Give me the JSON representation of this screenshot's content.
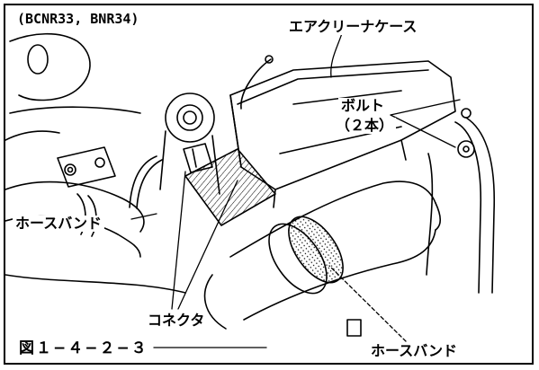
{
  "figure": {
    "model_note": "(BCNR33, BNR34)",
    "figure_number": "図１−４−２−３"
  },
  "labels": {
    "air_cleaner_case": "エアクリーナケース",
    "bolt_line1": "ボルト",
    "bolt_line2": "（２本）",
    "hose_band_left": "ホースバンド",
    "connector": "コネクタ",
    "hose_band_bottom": "ホースバンド"
  },
  "colors": {
    "ink": "#000000",
    "paper": "#ffffff"
  }
}
